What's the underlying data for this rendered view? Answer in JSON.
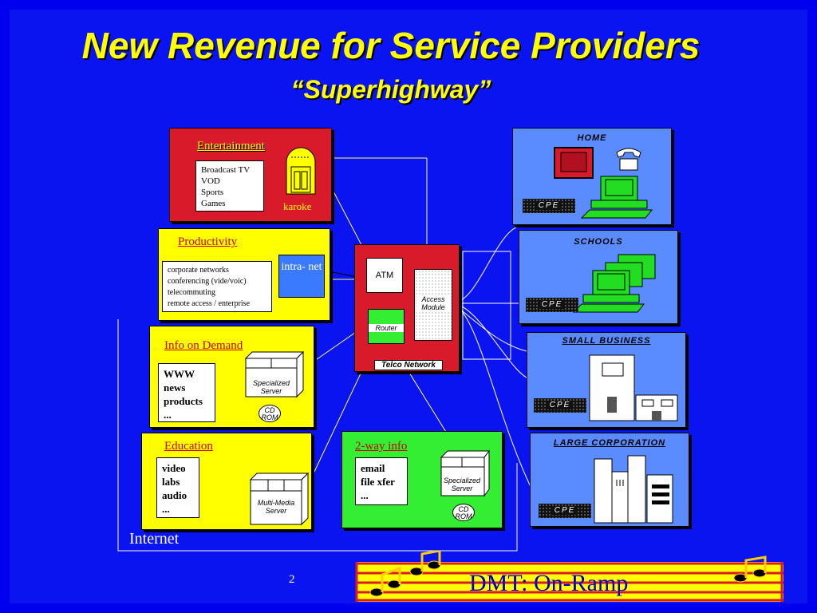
{
  "title": "New Revenue for Service Providers",
  "subtitle": "“Superhighway”",
  "entertainment": {
    "header": "Entertainment",
    "items": [
      "Broadcast TV",
      "VOD",
      "Sports",
      "Games"
    ],
    "karoke_label": "karoke"
  },
  "productivity": {
    "header": "Productivity",
    "items": [
      "corporate networks",
      "conferencing (vide/voic)",
      "telecommuting",
      "remote access / enterprise"
    ],
    "intranet_label": "intra- net"
  },
  "info_on_demand": {
    "header": "Info on Demand",
    "items": [
      "WWW",
      "news",
      "products",
      "..."
    ],
    "server_label": "Specialized Server",
    "cd_label": "CD ROM"
  },
  "education": {
    "header": "Education",
    "items": [
      "video",
      "labs",
      "audio",
      "..."
    ],
    "server_label": "Multi-Media Server"
  },
  "two_way": {
    "header": "2-way info",
    "items": [
      "email",
      "file xfer",
      "..."
    ],
    "server_label": "Specialized Server",
    "cd_label": "CD ROM"
  },
  "telco": {
    "label": "Telco Network",
    "atm": "ATM",
    "router": "Router",
    "access_module": "Access Module"
  },
  "sites": {
    "home": {
      "label": "HOME",
      "cpe": "CPE"
    },
    "schools": {
      "label": "SCHOOLS",
      "cpe": "CPE"
    },
    "small_business": {
      "label": "SMALL BUSINESS",
      "cpe": "CPE"
    },
    "large_corp": {
      "label": "LARGE CORPORATION",
      "cpe": "CPE"
    }
  },
  "internet_label": "Internet",
  "footer": {
    "page_number": "2",
    "brand": "DMT: On-Ramp"
  },
  "colors": {
    "background": "#0000ee",
    "title": "#ffff00",
    "entertainment": "#d81a2a",
    "productivity": "#ffff00",
    "two_way": "#33ee33",
    "site": "#5a8cff"
  }
}
